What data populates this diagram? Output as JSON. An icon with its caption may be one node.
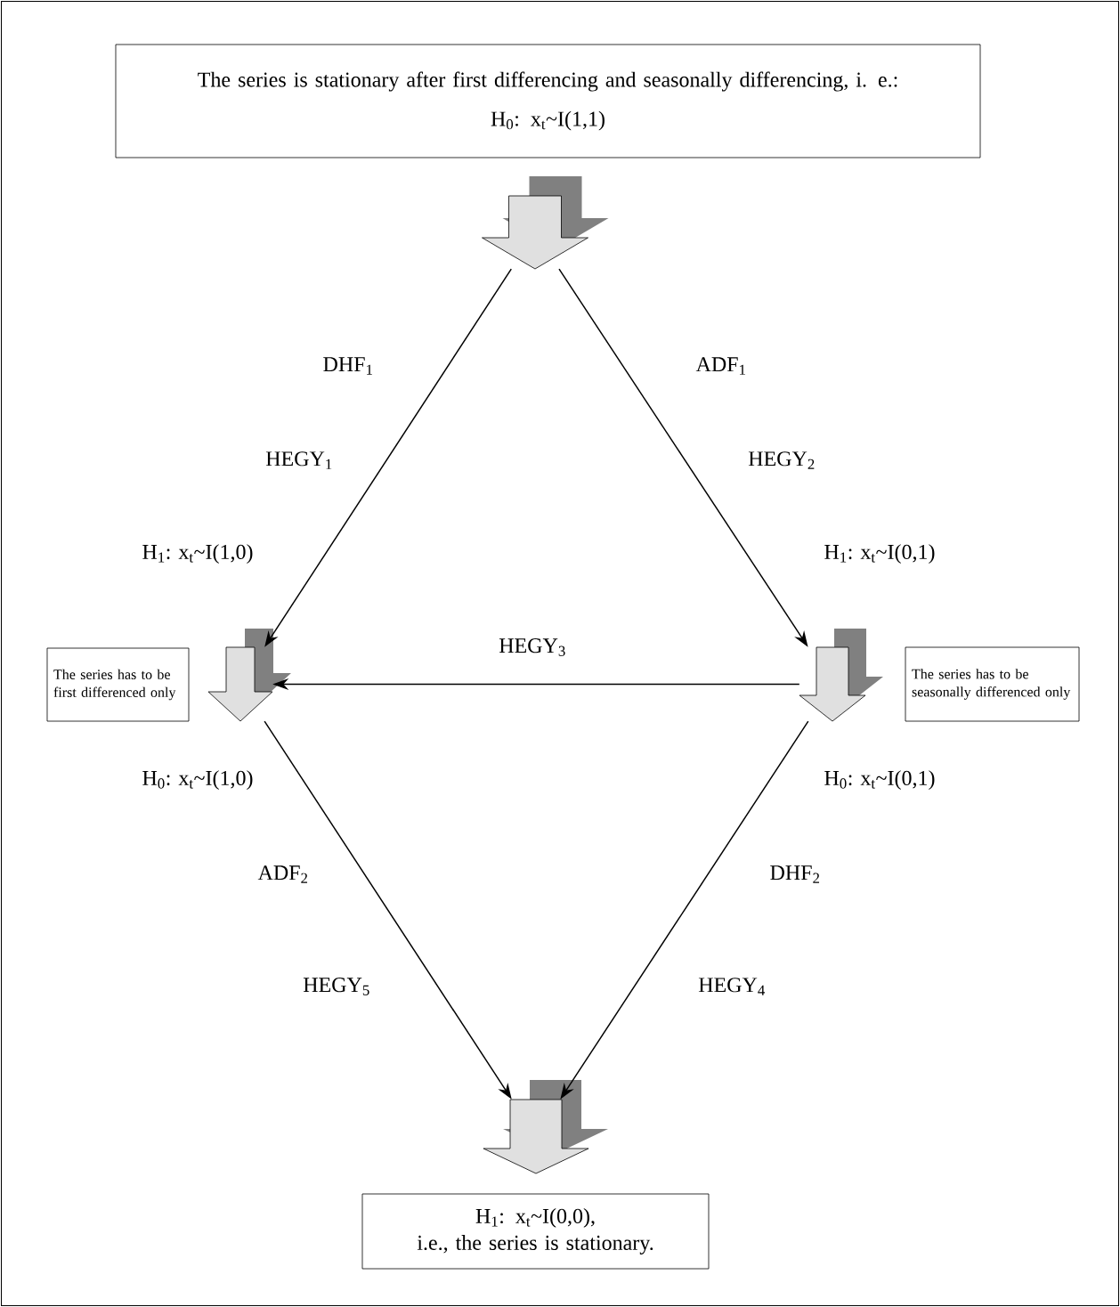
{
  "diagram": {
    "nodes": [
      {
        "text": [
          "The series is stationary after first differencing and seasonally differencing, i. e.:",
          "H$_{0}$: x$_{t}$~I(1,1)"
        ]
      },
      {
        "text": [],
        "shape": "arrow"
      },
      {
        "text": [],
        "shape": "arrow"
      },
      {
        "text": [],
        "shape": "arrow"
      },
      {
        "text": [
          "The series has to be first differenced only"
        ]
      },
      {
        "text": [
          "The series has to be seasonally differenced only"
        ]
      },
      {
        "text": [],
        "shape": "arrow"
      },
      {
        "text": [
          "H$_{1}$: x$_{t}$~I(0,0),",
          "i.e., the series is stationary."
        ]
      }
    ],
    "edges": [
      {
        "from": 1,
        "to": 2,
        "arrow": "to"
      },
      {
        "from": 1,
        "to": 3,
        "arrow": "to"
      },
      {
        "from": 3,
        "to": 2,
        "arrow": "to"
      },
      {
        "from": 2,
        "to": 6,
        "arrow": "to"
      },
      {
        "from": 3,
        "to": 6,
        "arrow": "to"
      }
    ],
    "labels": [
      "DHF$_{1}$",
      "ADF$_{1}$",
      "HEGY$_{1}$",
      "HEGY$_{2}$",
      "H$_{1}$: x$_{t}$~I(1,0)",
      "H$_{1}$: x$_{t}$~I(0,1)",
      "HEGY$_{3}$",
      "H$_{0}$: x$_{t}$~I(1,0)",
      "H$_{0}$: x$_{t}$~I(0,1)",
      "ADF$_{2}$",
      "DHF$_{2}$",
      "HEGY$_{5}$",
      "HEGY$_{4}$"
    ]
  }
}
